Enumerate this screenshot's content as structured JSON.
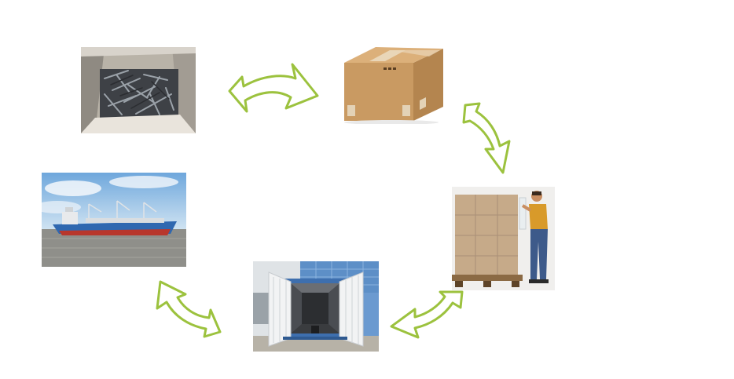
{
  "diagram": {
    "type": "cycle",
    "steps": [
      {
        "id": "step-nails",
        "icon": "nails-in-bag-photo"
      },
      {
        "id": "step-carton",
        "icon": "cardboard-box-photo"
      },
      {
        "id": "step-pallet",
        "icon": "stretch-wrap-pallet-photo"
      },
      {
        "id": "step-container",
        "icon": "shipping-container-photo"
      },
      {
        "id": "step-ship",
        "icon": "cargo-ship-photo"
      }
    ],
    "flow": [
      "step-nails",
      "step-carton",
      "step-pallet",
      "step-container",
      "step-ship"
    ],
    "colors": {
      "arrow_fill": "#ffffff",
      "arrow_stroke": "#9cc23e",
      "background": "#ffffff"
    }
  }
}
